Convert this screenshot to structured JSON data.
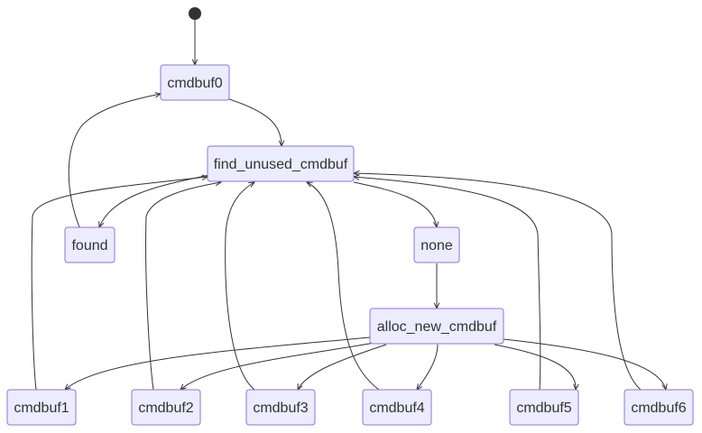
{
  "diagram": {
    "type": "state-diagram",
    "start_state": "start",
    "nodes": [
      {
        "id": "cmdbuf0",
        "label": "cmdbuf0"
      },
      {
        "id": "find",
        "label": "find_unused_cmdbuf"
      },
      {
        "id": "found",
        "label": "found"
      },
      {
        "id": "none",
        "label": "none"
      },
      {
        "id": "alloc",
        "label": "alloc_new_cmdbuf"
      },
      {
        "id": "cmdbuf1",
        "label": "cmdbuf1"
      },
      {
        "id": "cmdbuf2",
        "label": "cmdbuf2"
      },
      {
        "id": "cmdbuf3",
        "label": "cmdbuf3"
      },
      {
        "id": "cmdbuf4",
        "label": "cmdbuf4"
      },
      {
        "id": "cmdbuf5",
        "label": "cmdbuf5"
      },
      {
        "id": "cmdbuf6",
        "label": "cmdbuf6"
      }
    ],
    "edges": [
      {
        "from": "start",
        "to": "cmdbuf0"
      },
      {
        "from": "cmdbuf0",
        "to": "find"
      },
      {
        "from": "find",
        "to": "found"
      },
      {
        "from": "find",
        "to": "none"
      },
      {
        "from": "found",
        "to": "cmdbuf0"
      },
      {
        "from": "none",
        "to": "alloc"
      },
      {
        "from": "alloc",
        "to": "cmdbuf1"
      },
      {
        "from": "alloc",
        "to": "cmdbuf2"
      },
      {
        "from": "alloc",
        "to": "cmdbuf3"
      },
      {
        "from": "alloc",
        "to": "cmdbuf4"
      },
      {
        "from": "alloc",
        "to": "cmdbuf5"
      },
      {
        "from": "alloc",
        "to": "cmdbuf6"
      },
      {
        "from": "cmdbuf1",
        "to": "find"
      },
      {
        "from": "cmdbuf2",
        "to": "find"
      },
      {
        "from": "cmdbuf3",
        "to": "find"
      },
      {
        "from": "cmdbuf4",
        "to": "find"
      },
      {
        "from": "cmdbuf5",
        "to": "find"
      },
      {
        "from": "cmdbuf6",
        "to": "find"
      }
    ]
  }
}
